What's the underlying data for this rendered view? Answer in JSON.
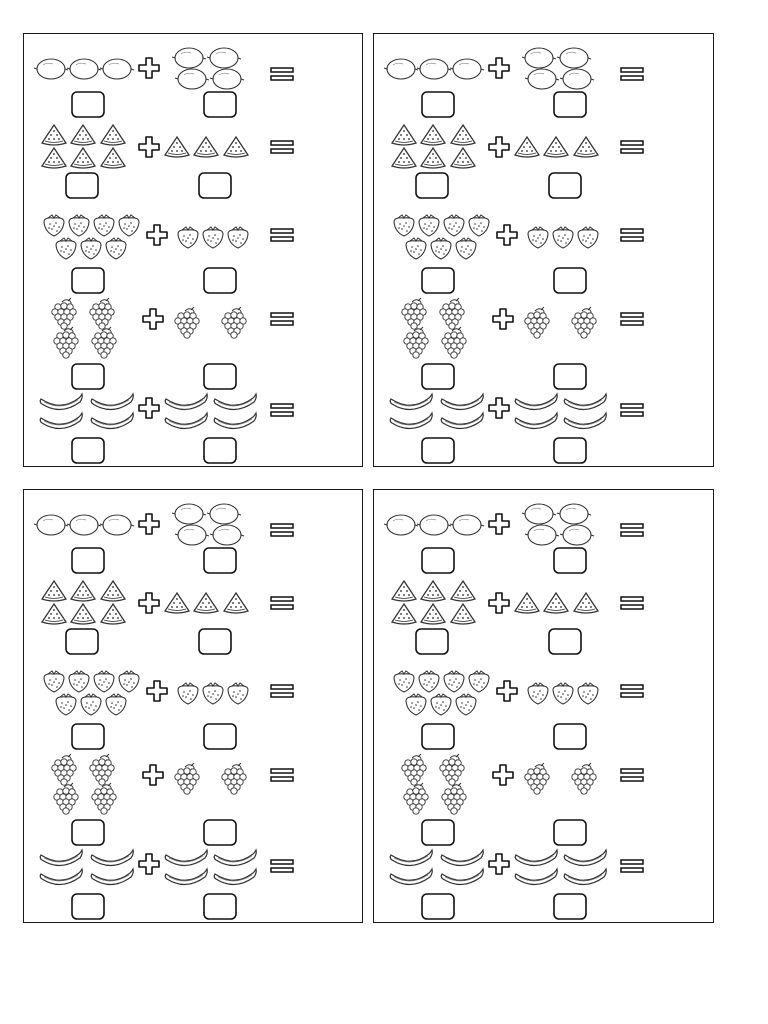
{
  "worksheet": {
    "cards": [
      {
        "id": "top-left"
      },
      {
        "id": "top-right"
      },
      {
        "id": "bottom-left"
      },
      {
        "id": "bottom-right"
      }
    ],
    "rows": [
      {
        "fruit": "lemon",
        "left_count": 3,
        "right_count": 4
      },
      {
        "fruit": "watermelon-slice",
        "left_count": 6,
        "right_count": 3
      },
      {
        "fruit": "strawberry",
        "left_count": 7,
        "right_count": 3
      },
      {
        "fruit": "grapes",
        "left_count": 4,
        "right_count": 2
      },
      {
        "fruit": "banana",
        "left_count": 4,
        "right_count": 4
      }
    ],
    "operator_icon": "plus-icon",
    "equals_icon": "equals-icon",
    "answer_box_icon": "answer-box"
  }
}
